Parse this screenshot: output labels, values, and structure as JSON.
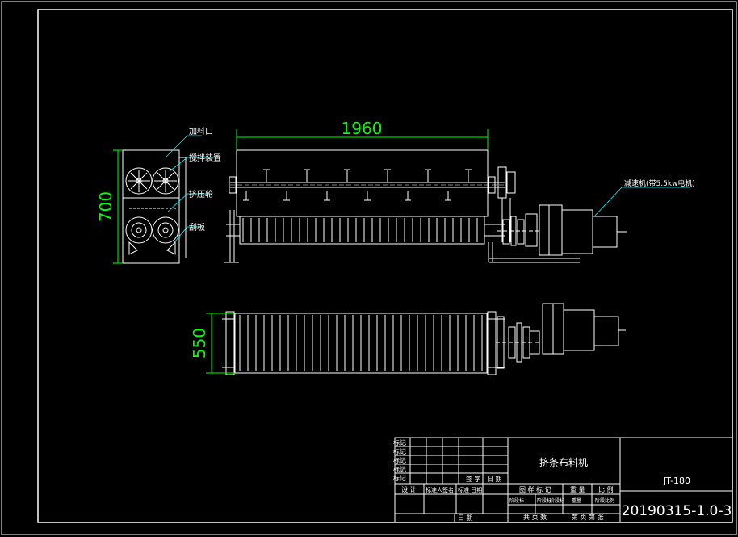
{
  "drawing": {
    "dimensions": {
      "length": "1960",
      "height": "700",
      "width": "550"
    },
    "labels": {
      "feed_port": "加料口",
      "stir_device": "搅拌装置",
      "press_roller": "挤压轮",
      "stripper": "刮板",
      "reducer": "减速机(带5.5kw电机)"
    }
  },
  "title_block": {
    "machine_name": "挤条布料机",
    "model": "JT-180",
    "drawing_number": "20190315-1.0-3",
    "rev_rows": [
      "标记",
      "标记",
      "标记",
      "标记",
      "标记"
    ],
    "row_a": [
      "设 计",
      "标准人签名",
      "标准 日期"
    ],
    "row_b": [
      "签 字",
      "日 期"
    ],
    "stage_header": [
      "图 样 标 记",
      "重 量",
      "比 例"
    ],
    "stage_cells": [
      "阶段标",
      "阶段标",
      "阶段标",
      "重量",
      "阶段比例"
    ],
    "sheet": [
      "共 页 数",
      "第 页 第 张"
    ],
    "date_label": "日 期"
  },
  "colors": {
    "background": "#000000",
    "line": "#ffffff",
    "dimension": "#00ff00",
    "leader": "#00ffff"
  }
}
